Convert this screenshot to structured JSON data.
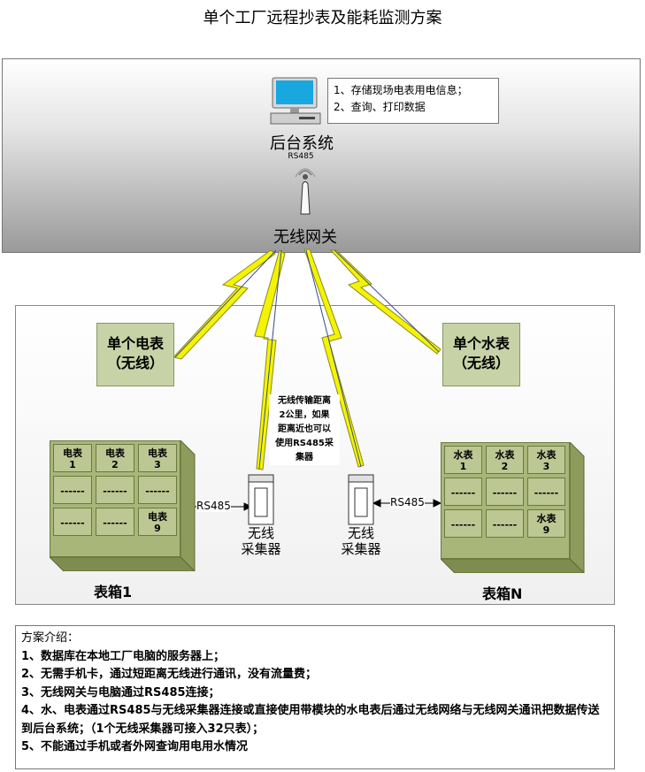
{
  "title": "单个工厂远程抄表及能耗监测方案",
  "backend": {
    "label": "后台系统",
    "notes": [
      "1、存储现场电表用电信息；",
      "2、查询、打印数据"
    ]
  },
  "gateway": {
    "label": "无线网关",
    "port": "RS485"
  },
  "electric_meter": {
    "line1": "单个电表",
    "line2": "（无线）"
  },
  "water_meter": {
    "line1": "单个水表",
    "line2": "（无线）"
  },
  "wireless_note": [
    "无线传输距离",
    "2公里，如果",
    "距离近也可以",
    "使用RS485采",
    "集器"
  ],
  "collector_left": {
    "line1": "无线",
    "line2": "采集器",
    "link": "RS485"
  },
  "collector_right": {
    "line1": "无线",
    "line2": "采集器",
    "link": "RS485"
  },
  "cabinet_1": {
    "label": "表箱1",
    "cells": [
      [
        "电表\n1",
        "电表\n2",
        "电表\n3"
      ],
      [
        "------",
        "------",
        "------"
      ],
      [
        "------",
        "------",
        "电表\n9"
      ]
    ]
  },
  "cabinet_n": {
    "label": "表箱N",
    "cells": [
      [
        "水表\n1",
        "水表\n2",
        "水表\n3"
      ],
      [
        "------",
        "------",
        "------"
      ],
      [
        "------",
        "------",
        "水表\n9"
      ]
    ]
  },
  "intro": {
    "heading": "方案介绍：",
    "items": [
      "1、数据库在本地工厂电脑的服务器上；",
      "2、无需手机卡，通过短距离无线进行通讯，没有流量费；",
      "3、无线网关与电脑通过RS485连接；",
      "4、水、电表通过RS485与无线采集器连接或直接使用带模块的水电表后通过无线网络与无线网关通讯把数据传送到后台系统；（1个无线采集器可接入32只表）；",
      "5、不能通过手机或者外网查询用电用水情况"
    ]
  },
  "colors": {
    "lightning": "#f4f400",
    "box_green": "#c7d2a7",
    "cell_green": "#bcc794"
  }
}
